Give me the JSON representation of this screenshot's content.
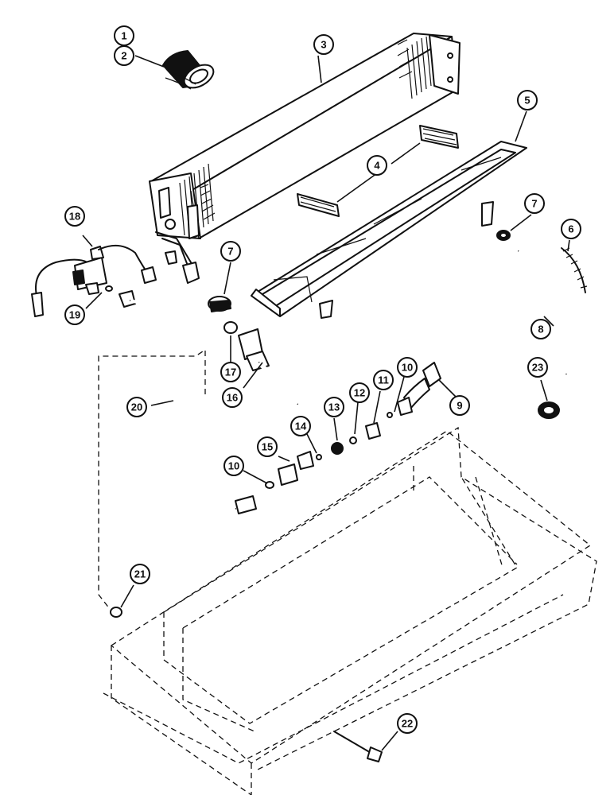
{
  "diagram": {
    "callouts": [
      {
        "id": "c1",
        "label": "1"
      },
      {
        "id": "c2",
        "label": "2"
      },
      {
        "id": "c3",
        "label": "3"
      },
      {
        "id": "c4",
        "label": "4"
      },
      {
        "id": "c5",
        "label": "5"
      },
      {
        "id": "c6",
        "label": "6"
      },
      {
        "id": "c7a",
        "label": "7"
      },
      {
        "id": "c7b",
        "label": "7"
      },
      {
        "id": "c8",
        "label": "8"
      },
      {
        "id": "c9",
        "label": "9"
      },
      {
        "id": "c10a",
        "label": "10"
      },
      {
        "id": "c10b",
        "label": "10"
      },
      {
        "id": "c11",
        "label": "11"
      },
      {
        "id": "c12",
        "label": "12"
      },
      {
        "id": "c13",
        "label": "13"
      },
      {
        "id": "c14",
        "label": "14"
      },
      {
        "id": "c15",
        "label": "15"
      },
      {
        "id": "c16",
        "label": "16"
      },
      {
        "id": "c17",
        "label": "17"
      },
      {
        "id": "c18",
        "label": "18"
      },
      {
        "id": "c19",
        "label": "19"
      },
      {
        "id": "c20",
        "label": "20"
      },
      {
        "id": "c21",
        "label": "21"
      },
      {
        "id": "c22",
        "label": "22"
      },
      {
        "id": "c23",
        "label": "23"
      }
    ]
  }
}
